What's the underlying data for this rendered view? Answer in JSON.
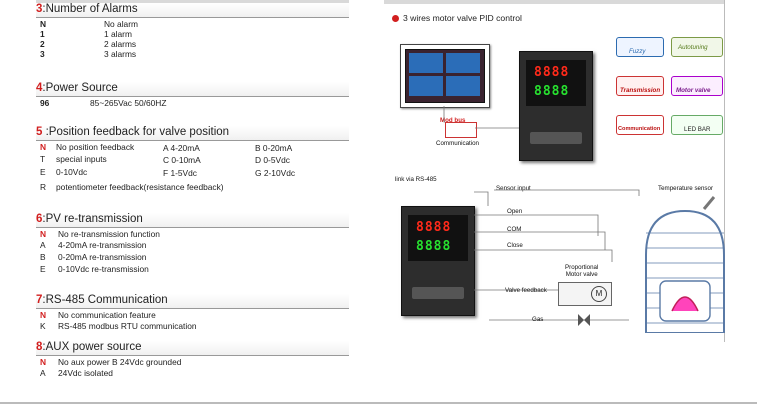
{
  "alarms": {
    "num": "3",
    "title": ":Number of Alarms",
    "rows": [
      {
        "code": "N",
        "desc": "No alarm"
      },
      {
        "code": "1",
        "desc": "1 alarm"
      },
      {
        "code": "2",
        "desc": "2 alarms"
      },
      {
        "code": "3",
        "desc": "3 alarms"
      }
    ]
  },
  "power": {
    "num": "4",
    "title": ":Power Source",
    "code": "96",
    "desc": "85~265Vac  50/60HZ"
  },
  "position": {
    "num": "5",
    "title": " :Position feedback for valve position",
    "rows": [
      {
        "code": "N",
        "text": "No position feedback"
      },
      {
        "code": "T",
        "text": "special inputs"
      },
      {
        "code": "E",
        "text": "0-10Vdc"
      },
      {
        "code": "R",
        "text": "potentiometer feedback(resistance feedback)"
      }
    ],
    "col2": [
      "A  4-20mA",
      "C  0-10mA",
      "F  1-5Vdc"
    ],
    "col3": [
      "B  0-20mA",
      "D  0-5Vdc",
      "G  2-10Vdc"
    ]
  },
  "pv": {
    "num": "6",
    "title": ":PV re-transmission",
    "rows": [
      {
        "code": "N",
        "text": "No re-transmission function"
      },
      {
        "code": "A",
        "text": "4-20mA re-transmission"
      },
      {
        "code": "B",
        "text": "0-20mA re-transmission"
      },
      {
        "code": "E",
        "text": "0-10Vdc re-transmission"
      }
    ]
  },
  "rs485": {
    "num": "7",
    "title": ":RS-485 Communication",
    "rows": [
      {
        "code": "N",
        "text": "No communication feature"
      },
      {
        "code": "K",
        "text": "RS-485 modbus RTU communication"
      }
    ]
  },
  "aux": {
    "num": "8",
    "title": ":AUX power source",
    "rows": [
      {
        "code": "N",
        "text": "No aux power   B 24Vdc grounded"
      },
      {
        "code": "A",
        "text": "24Vdc isolated"
      }
    ]
  },
  "diagram": {
    "heading": "3 wires motor valve PID control",
    "modbus": "Mod bus",
    "communication": "Communication",
    "link": "link via RS-485",
    "sensor_input": "Sensor input",
    "temp_sensor": "Temperature sensor",
    "open": "Open",
    "com": "COM",
    "close": "Close",
    "prop": "Proportional\nMotor valve",
    "valve_feedback": "Valve feedback",
    "gas": "Gas",
    "badges": [
      "Fuzzy",
      "Autotuning",
      "Transmission",
      "Motor valve",
      "Communication",
      "LED BAR"
    ],
    "display_top": "8888",
    "display_bottom": "8888"
  },
  "colors": {
    "accent": "#d21f1f",
    "bar": "#d9d9d9",
    "lcd_red": "#ff2a1a",
    "lcd_green": "#27e02f"
  }
}
